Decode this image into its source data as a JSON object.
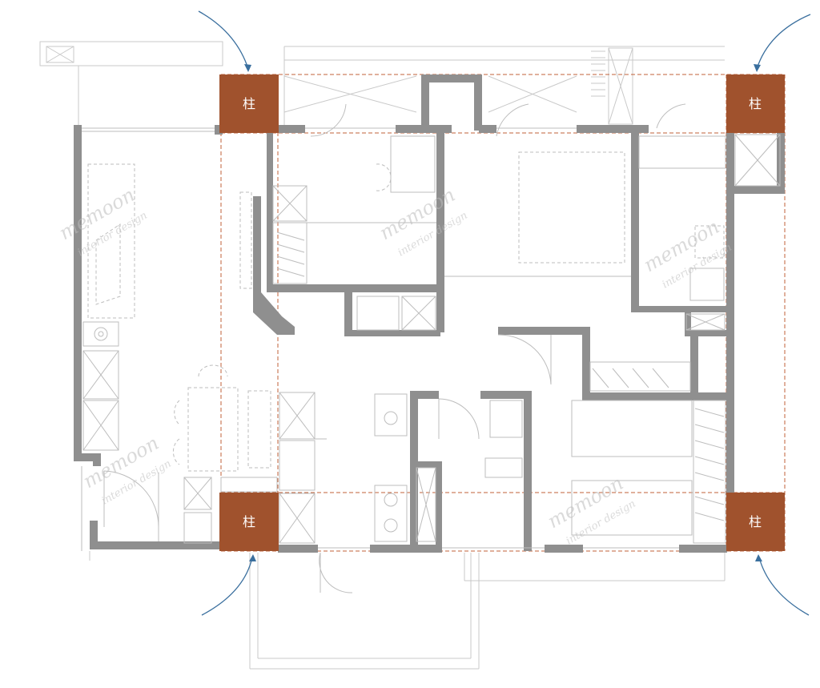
{
  "floor_plan": {
    "columns": [
      {
        "id": "top-left",
        "label": "柱"
      },
      {
        "id": "top-right",
        "label": "柱"
      },
      {
        "id": "bottom-left",
        "label": "柱"
      },
      {
        "id": "bottom-right",
        "label": "柱"
      }
    ],
    "watermark": {
      "brand": "memoon",
      "tagline": "interior design"
    },
    "colors": {
      "column": "#a0522d",
      "wall": "#8f8f8f",
      "arrow": "#3a6f9e",
      "guide_line": "#c0623a"
    }
  }
}
